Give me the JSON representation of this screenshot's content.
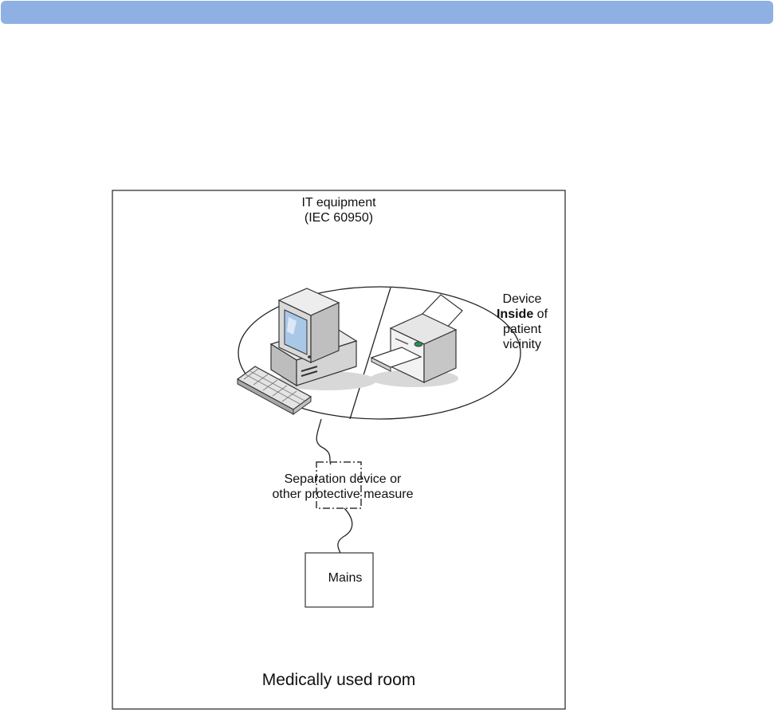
{
  "diagram": {
    "it_label_line1": "IT equipment",
    "it_label_line2": "(IEC 60950)",
    "device_label_line1": "Device",
    "device_label_bold": "Inside",
    "device_label_of": " of",
    "device_label_line3": "patient",
    "device_label_line4": "vicinity",
    "separation_label_line1": "Separation device or",
    "separation_label_line2": "other protective measure",
    "mains_label": "Mains",
    "room_label": "Medically used room"
  },
  "icons": [
    "computer-icon",
    "keyboard-icon",
    "printer-icon"
  ],
  "colors": {
    "header_bar": "#8eb0e3"
  }
}
